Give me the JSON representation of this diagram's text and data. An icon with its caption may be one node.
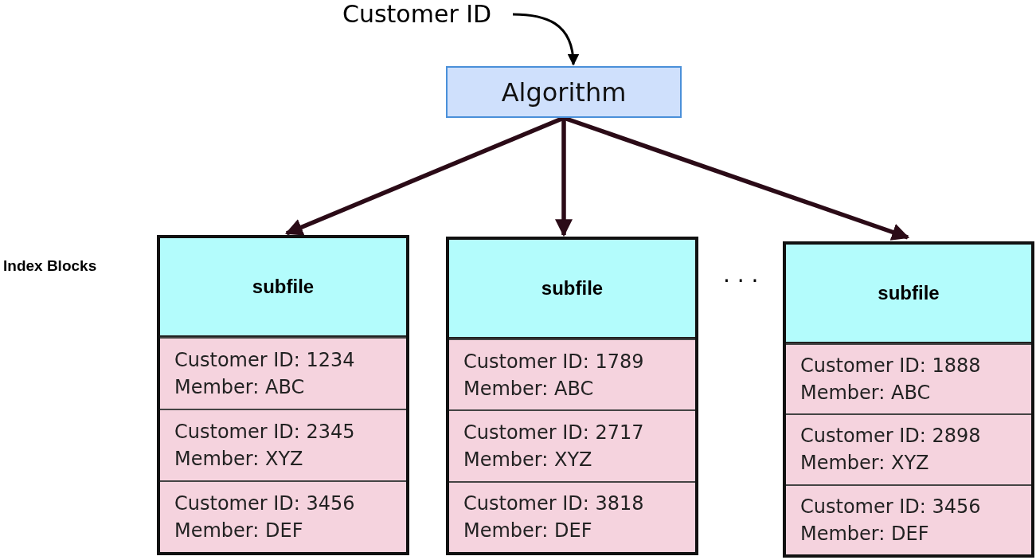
{
  "diagram": {
    "nodes": [
      {
        "text": [
          "Customer ID"
        ]
      },
      {
        "text": [
          "Algorithm"
        ]
      },
      {
        "text": [
          "subfile"
        ]
      },
      {
        "text": [
          "Customer ID: 1234 Member: ABC"
        ],
        "in": 2
      },
      {
        "text": [
          "Customer ID: 2345 Member: XYZ"
        ],
        "in": 2
      },
      {
        "text": [
          "Customer ID: 3456 Member: DEF"
        ],
        "in": 2
      },
      {
        "text": [
          "subfile"
        ]
      },
      {
        "text": [
          "Customer ID: 1789 Member: ABC"
        ],
        "in": 6
      },
      {
        "text": [
          "Customer ID: 2717 Member: XYZ"
        ],
        "in": 6
      },
      {
        "text": [
          "Customer ID: 3818 Member: DEF"
        ],
        "in": 6
      },
      {
        "text": [
          "subfile"
        ]
      },
      {
        "text": [
          "Customer ID: 1888 Member: ABC"
        ],
        "in": 10
      },
      {
        "text": [
          "Customer ID: 2898 Member: XYZ"
        ],
        "in": 10
      },
      {
        "text": [
          "Customer ID: 3456 Member: DEF"
        ],
        "in": 10
      }
    ],
    "edges": [
      {
        "from": 0,
        "to": 1,
        "arrow": "to",
        "color": "#000000"
      },
      {
        "from": 1,
        "to": 2,
        "arrow": "to"
      },
      {
        "from": 1,
        "to": 6,
        "arrow": "to"
      },
      {
        "from": 1,
        "to": 10,
        "arrow": "to"
      }
    ],
    "labels": [
      "Index Blocks",
      "· · ·"
    ]
  }
}
